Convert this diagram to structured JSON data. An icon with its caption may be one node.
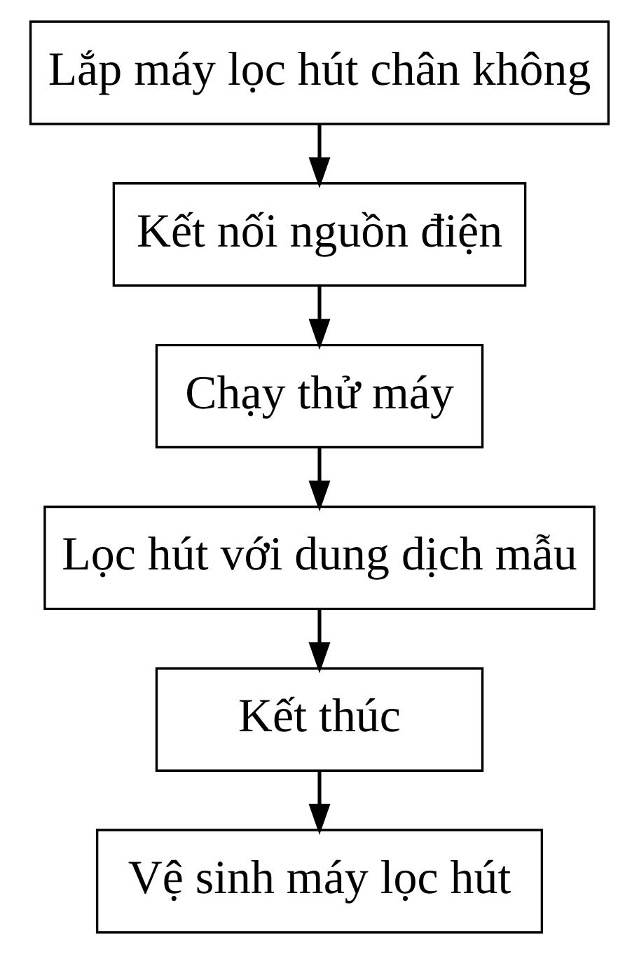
{
  "diagram": {
    "nodes": [
      {
        "text": [
          "Lắp máy lọc hút chân không"
        ]
      },
      {
        "text": [
          "Kết nối nguồn điện"
        ]
      },
      {
        "text": [
          "Chạy thử máy"
        ]
      },
      {
        "text": [
          "Lọc hút với dung dịch mẫu"
        ]
      },
      {
        "text": [
          "Kết thúc"
        ]
      },
      {
        "text": [
          "Vệ sinh máy lọc hút"
        ]
      }
    ],
    "edges": [
      {
        "from": 0,
        "to": 1,
        "arrow": "to"
      },
      {
        "from": 1,
        "to": 2,
        "arrow": "to"
      },
      {
        "from": 2,
        "to": 3,
        "arrow": "to"
      },
      {
        "from": 3,
        "to": 4,
        "arrow": "to"
      },
      {
        "from": 4,
        "to": 5,
        "arrow": "to"
      }
    ]
  }
}
